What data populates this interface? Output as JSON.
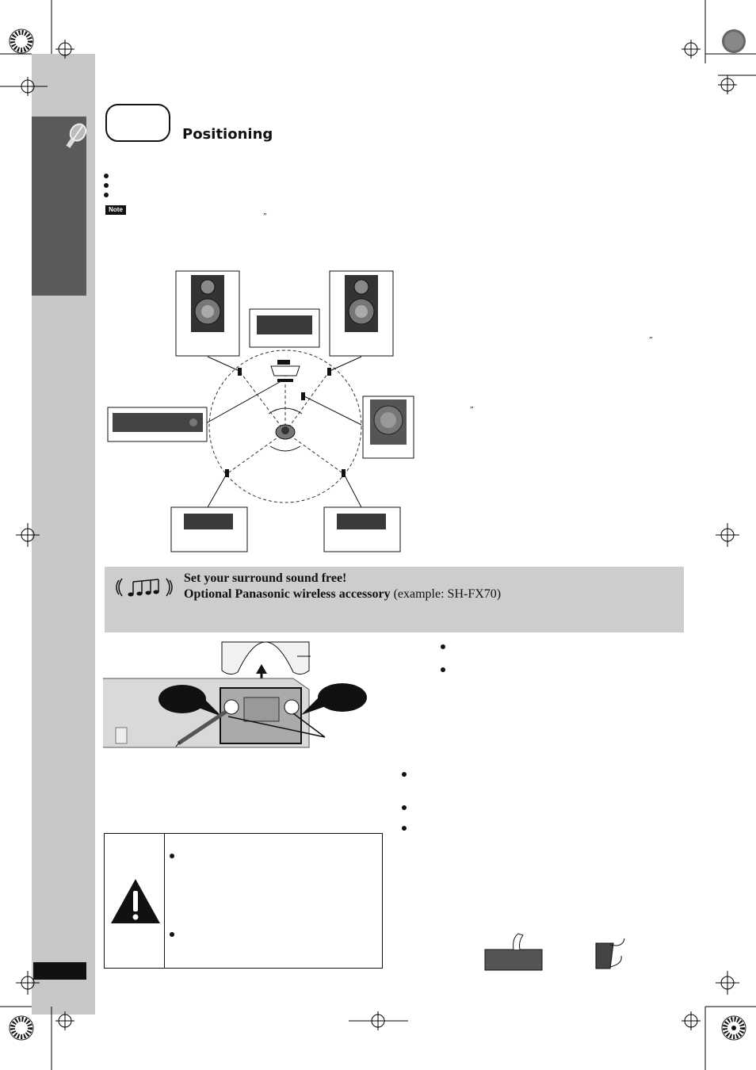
{
  "page": {
    "section_title": "Positioning",
    "note_badge": "Note",
    "quote_marks": [
      "”",
      "”",
      "”"
    ]
  },
  "diagram": {
    "description_icons": [
      "front-speaker-icon",
      "center-speaker-icon",
      "subwoofer-icon",
      "surround-speaker-icon",
      "main-unit-icon",
      "listener-icon"
    ]
  },
  "banner": {
    "title": "Set your surround sound free!",
    "subtitle_main": "Optional Panasonic wireless accessory",
    "subtitle_paren": "(example: SH-FX70)",
    "icon": "music-notes-icon"
  },
  "warning": {
    "icon": "warning-triangle-icon"
  },
  "colors": {
    "sidebar": "#c8c8c8",
    "sidebar_dark": "#5a5a5a",
    "banner": "#cdcdcd"
  }
}
